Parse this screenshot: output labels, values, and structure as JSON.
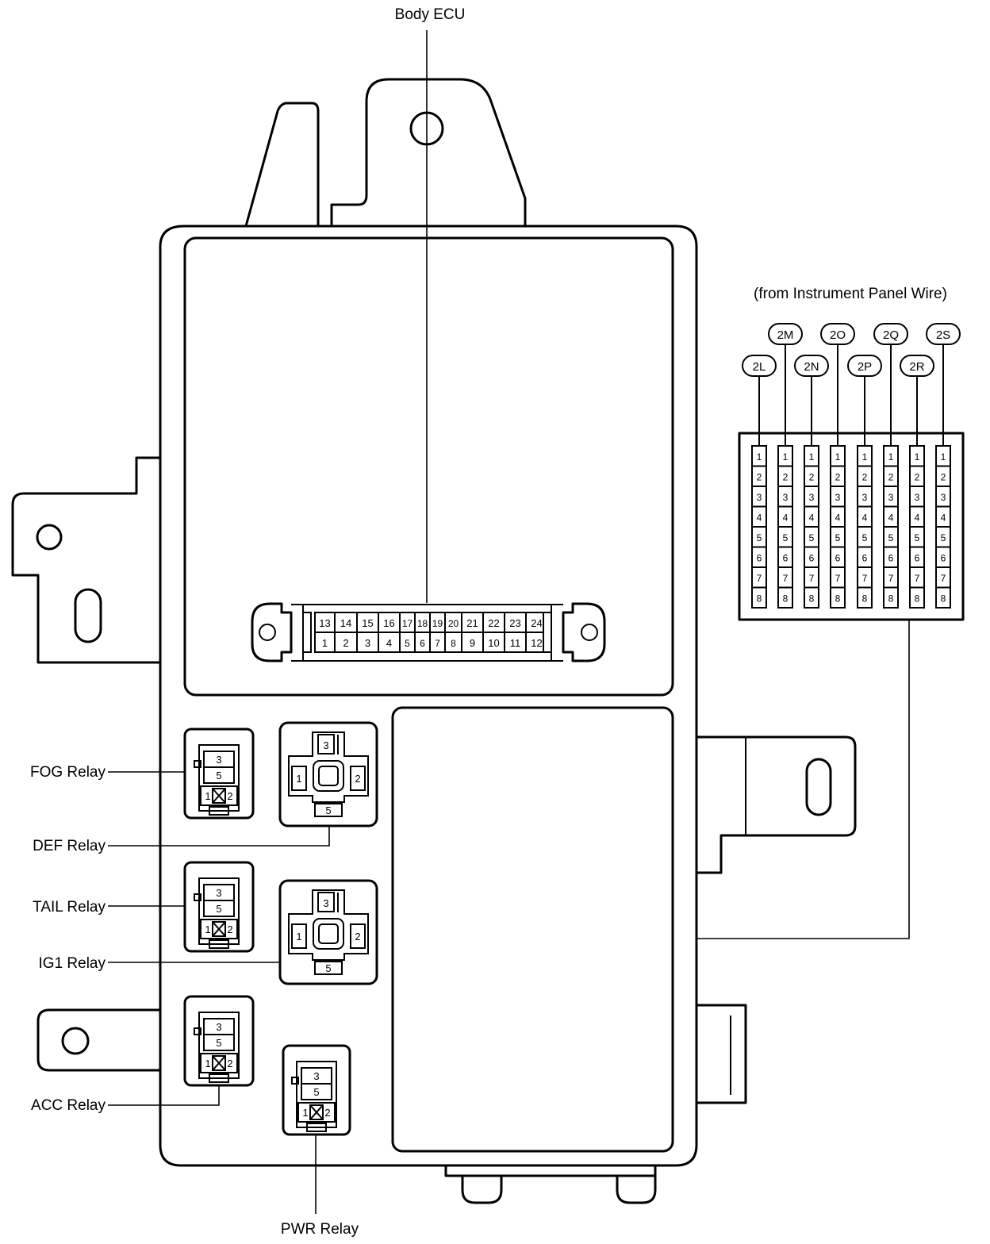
{
  "labels": {
    "body_ecu": "Body ECU",
    "from_ipw": "(from Instrument Panel Wire)",
    "fog": "FOG Relay",
    "def": "DEF Relay",
    "tail": "TAIL Relay",
    "ig1": "IG1 Relay",
    "acc": "ACC Relay",
    "pwr": "PWR Relay"
  },
  "ecu_connector": {
    "top_pins": [
      "13",
      "14",
      "15",
      "16",
      "17",
      "18",
      "19",
      "20",
      "21",
      "22",
      "23",
      "24"
    ],
    "bottom_pins": [
      "1",
      "2",
      "3",
      "4",
      "5",
      "6",
      "7",
      "8",
      "9",
      "10",
      "11",
      "12"
    ]
  },
  "ipw_connectors": [
    "2L",
    "2M",
    "2N",
    "2O",
    "2P",
    "2Q",
    "2R",
    "2S"
  ],
  "ipw_pins": [
    "1",
    "2",
    "3",
    "4",
    "5",
    "6",
    "7",
    "8"
  ],
  "relay_small_pins": {
    "top": "3",
    "mid": "5",
    "left": "1",
    "right": "2"
  },
  "relay_large_pins": {
    "top": "3",
    "left": "1",
    "right": "2",
    "bottom": "5"
  }
}
